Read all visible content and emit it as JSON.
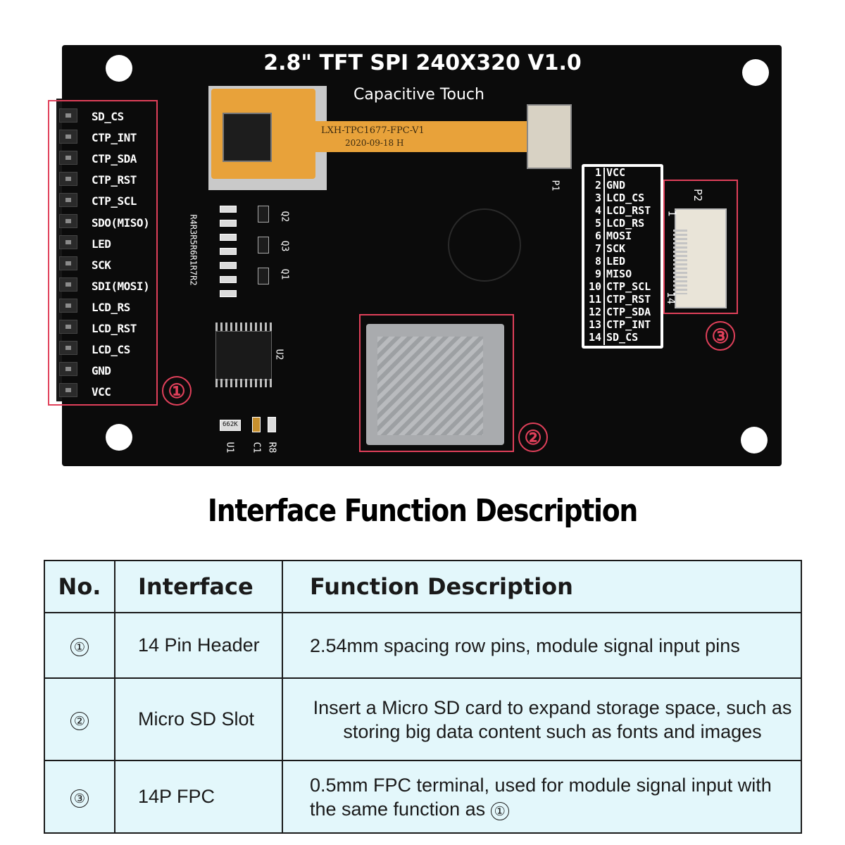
{
  "board": {
    "title": "2.8\" TFT SPI 240X320 V1.0",
    "subtitle": "Capacitive Touch",
    "header_pins": [
      "SD_CS",
      "CTP_INT",
      "CTP_SDA",
      "CTP_RST",
      "CTP_SCL",
      "SDO(MISO)",
      "LED",
      "SCK",
      "SDI(MOSI)",
      "LCD_RS",
      "LCD_RST",
      "LCD_CS",
      "GND",
      "VCC"
    ],
    "flex_label": "LXH-TPC1677-FPC-V1",
    "flex_date": "2020-09-18  H",
    "connector_label_p1": "P1",
    "connector_label_p2": "P2",
    "resistor_label": "R4R3R5R6R1R7R2",
    "transistors": [
      "Q2",
      "Q3",
      "Q1"
    ],
    "ic_label": "U2",
    "regulator_labels": [
      "U1",
      "C1",
      "R8"
    ],
    "regulator_marking": "662K",
    "fpc_pin_first": "1",
    "fpc_pin_last": "14",
    "fpc_pinout": [
      {
        "num": "1",
        "name": "VCC"
      },
      {
        "num": "2",
        "name": "GND"
      },
      {
        "num": "3",
        "name": "LCD_CS"
      },
      {
        "num": "4",
        "name": "LCD_RST"
      },
      {
        "num": "5",
        "name": "LCD_RS"
      },
      {
        "num": "6",
        "name": "MOSI"
      },
      {
        "num": "7",
        "name": "SCK"
      },
      {
        "num": "8",
        "name": "LED"
      },
      {
        "num": "9",
        "name": "MISO"
      },
      {
        "num": "10",
        "name": "CTP_SCL"
      },
      {
        "num": "11",
        "name": "CTP_RST"
      },
      {
        "num": "12",
        "name": "CTP_SDA"
      },
      {
        "num": "13",
        "name": "CTP_INT"
      },
      {
        "num": "14",
        "name": "SD_CS"
      }
    ],
    "markers": [
      "①",
      "②",
      "③"
    ],
    "colors": {
      "board": "#0b0b0b",
      "highlight": "#e0405a",
      "flex": "#e8a23a",
      "table_bg": "#e3f7fb"
    }
  },
  "heading": "Interface Function Description",
  "table": {
    "headers": {
      "no": "No.",
      "interface": "Interface",
      "function": "Function Description"
    },
    "rows": [
      {
        "no": "①",
        "interface": "14 Pin Header",
        "function": "2.54mm spacing row pins, module signal input pins"
      },
      {
        "no": "②",
        "interface": "Micro SD Slot",
        "function": "Insert a Micro SD card to expand storage space, such as storing big data content such as fonts and images"
      },
      {
        "no": "③",
        "interface": "14P FPC",
        "function_pre": "0.5mm FPC terminal, used for module signal input with the same function as",
        "function_ref": "①"
      }
    ]
  }
}
